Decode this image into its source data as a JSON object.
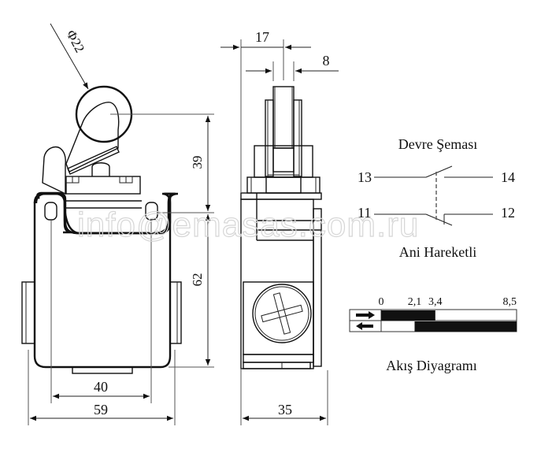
{
  "drawing": {
    "front_view": {
      "dimensions": {
        "roller_diameter": "Φ22",
        "actuator_height": "39",
        "body_height": "62",
        "mount_hole_spacing": "40",
        "total_width": "59"
      }
    },
    "side_view": {
      "dimensions": {
        "roller_offset": "17",
        "roller_width": "8",
        "depth": "35"
      }
    },
    "circuit_diagram": {
      "title": "Devre Şeması",
      "subtitle": "Ani Hareketli",
      "terminals": {
        "no_left": "13",
        "no_right": "14",
        "nc_left": "11",
        "nc_right": "12"
      }
    },
    "travel_diagram": {
      "title": "Akış Diyagramı",
      "ticks": [
        "0",
        "2,1",
        "3,4",
        "8,5"
      ],
      "rows": [
        {
          "direction": "forward",
          "icon": "arrow-right-icon",
          "closed_from": 0,
          "closed_to": 3.4
        },
        {
          "direction": "return",
          "icon": "arrow-left-icon",
          "closed_from": 2.1,
          "closed_to": 8.5
        }
      ],
      "scale_max": 8.5
    },
    "watermark": "info@emasas.com.ru"
  }
}
